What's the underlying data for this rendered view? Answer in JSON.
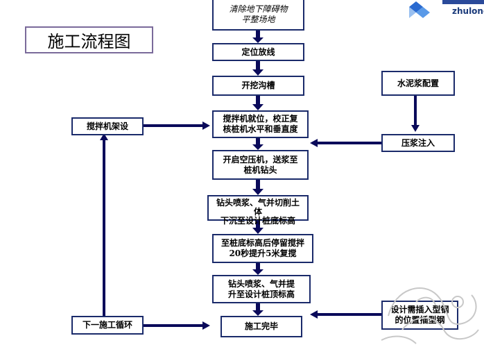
{
  "title": "施工流程图",
  "logo": {
    "text": "zhulong"
  },
  "steps": {
    "s1": [
      "清除地下障碍物",
      "平整场地"
    ],
    "s2": [
      "定位放线"
    ],
    "s3": [
      "开挖沟槽"
    ],
    "s4": [
      "搅拌机就位，校正复",
      "核桩机水平和垂直度"
    ],
    "s5": [
      "开启空压机，送浆至",
      "桩机钻头"
    ],
    "s6": [
      "钻头喷浆、气并切削土",
      "体",
      "下沉至设计桩底标高"
    ],
    "s7": [
      "至桩底标高后停留搅拌",
      "20秒提升5米复搅"
    ],
    "s8": [
      "钻头喷浆、气并提",
      "升至设计桩顶标高"
    ],
    "s9": [
      "施工完毕"
    ]
  },
  "side": {
    "mixer_setup": "搅拌机架设",
    "next_cycle": "下一施工循环",
    "cement_prep": "水泥浆配置",
    "grouting": "压浆注入",
    "steel_insert": [
      "设计需插入型钢",
      "的位置插型钢"
    ]
  },
  "colors": {
    "arrow": "#0a0a5a",
    "border": "#1a2a6a",
    "title_border": "#7a6a9a"
  }
}
